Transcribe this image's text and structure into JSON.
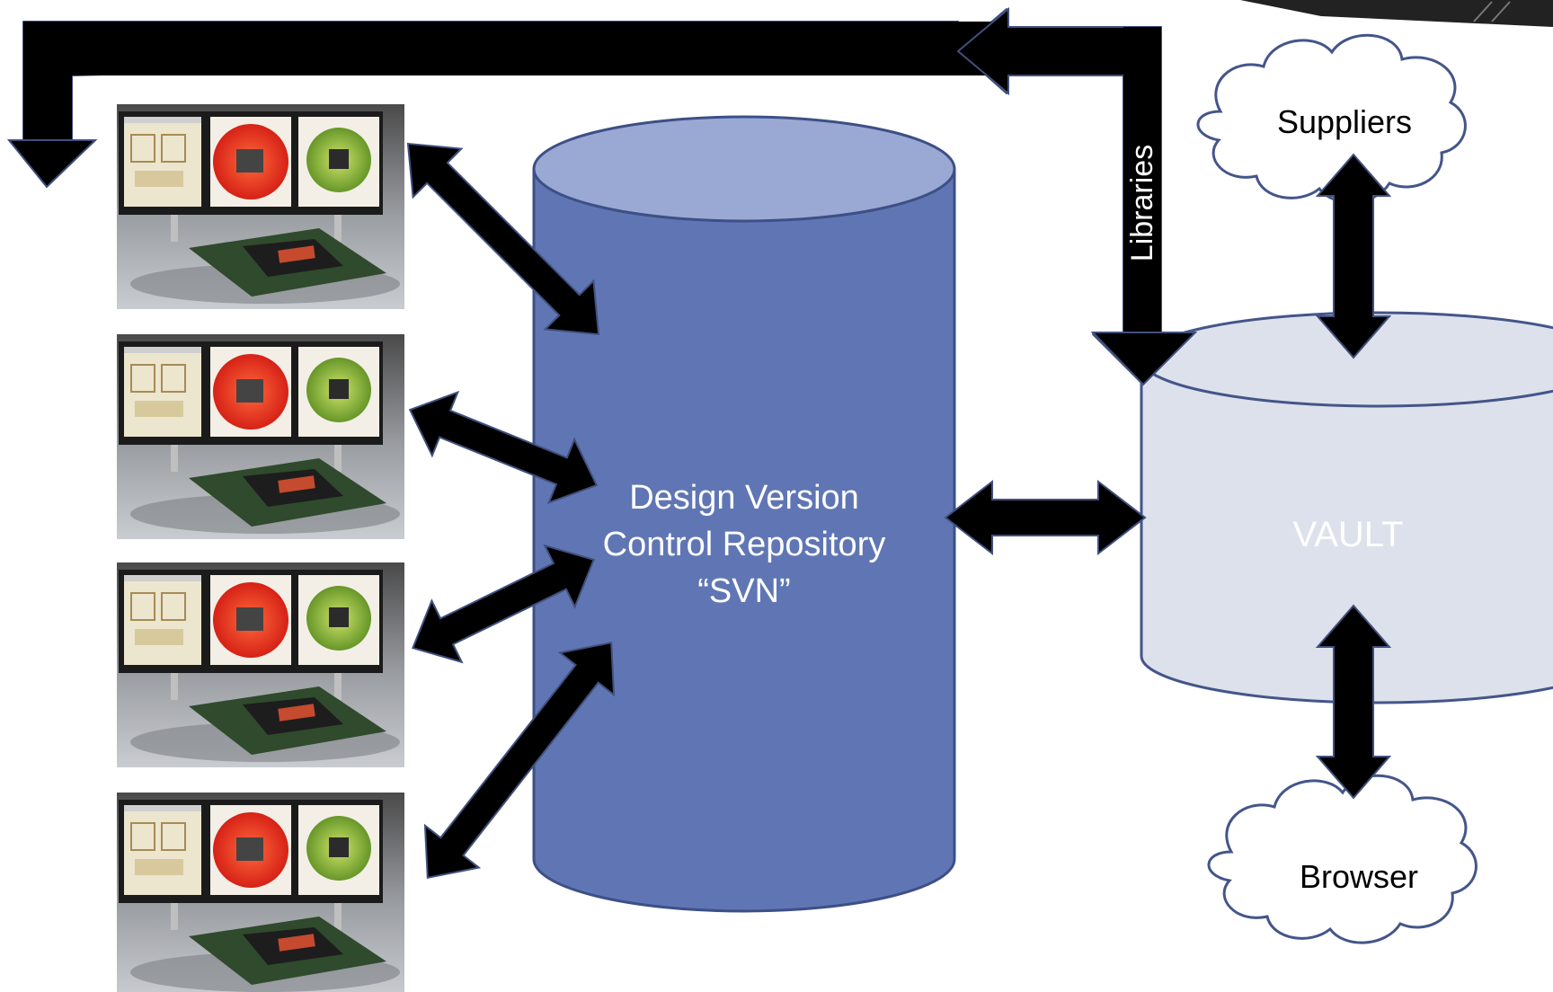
{
  "repository": {
    "line1": "Design Version",
    "line2": "Control Repository",
    "line3": "“SVN”",
    "fill": "#6076b4",
    "top_fill": "#9aa9d3",
    "stroke": "#3d4f86"
  },
  "vault": {
    "label": "VAULT",
    "fill": "#dde1eb",
    "stroke": "#44558a",
    "label_color": "#ffffff"
  },
  "clouds": {
    "suppliers": "Suppliers",
    "browser": "Browser",
    "stroke": "#44558a"
  },
  "libraries_label": "Libraries",
  "workstations": [
    {
      "name": "workstation-1",
      "kind": "dual-monitor EDA workstation with PCB board"
    },
    {
      "name": "workstation-2",
      "kind": "dual-monitor EDA workstation with PCB board"
    },
    {
      "name": "workstation-3",
      "kind": "dual-monitor EDA workstation with PCB board"
    },
    {
      "name": "workstation-4",
      "kind": "dual-monitor EDA workstation with PCB board"
    }
  ],
  "arrow_color": "#000000",
  "arrow_outline": "#41507e"
}
